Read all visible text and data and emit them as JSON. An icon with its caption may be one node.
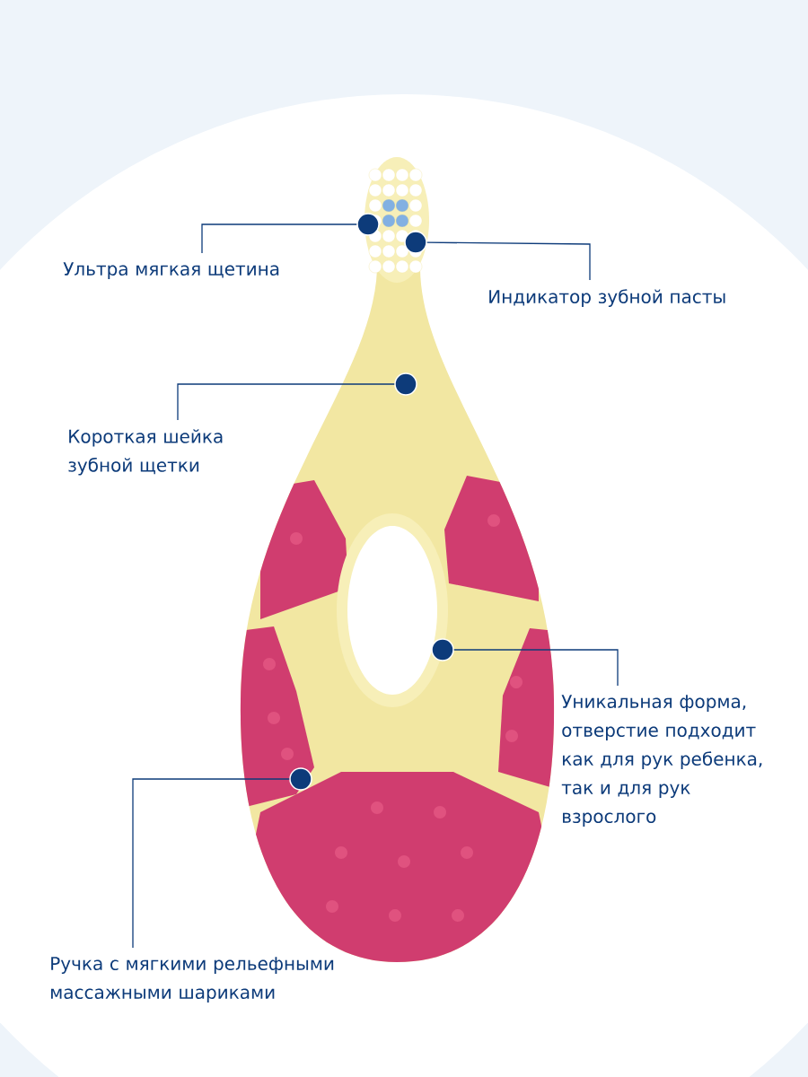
{
  "diagram": {
    "nodes": [
      {
        "text": [
          "Ультра мягкая щетина"
        ]
      },
      {
        "text": [
          "Индикатор зубной пасты"
        ]
      },
      {
        "text": [
          "Короткая шейка зубной щетки"
        ]
      },
      {
        "text": [
          "Уникальная форма, отверстие подходит как для рук ребенка, так и для рук взрослого"
        ]
      },
      {
        "text": [
          "Ручка с мягкими рельефными массажными шариками"
        ]
      },
      {
        "text": [],
        "shape": "circle"
      },
      {
        "text": [],
        "shape": "circle"
      },
      {
        "text": [],
        "shape": "circle"
      },
      {
        "text": [],
        "shape": "circle"
      },
      {
        "text": [],
        "shape": "circle"
      }
    ],
    "edges": [
      {
        "from": 0,
        "to": 5,
        "arrow": "none"
      },
      {
        "from": 1,
        "to": 6,
        "arrow": "none"
      },
      {
        "from": 2,
        "to": 7,
        "arrow": "none"
      },
      {
        "from": 3,
        "to": 8,
        "arrow": "none"
      },
      {
        "from": 4,
        "to": 9,
        "arrow": "none"
      }
    ]
  }
}
